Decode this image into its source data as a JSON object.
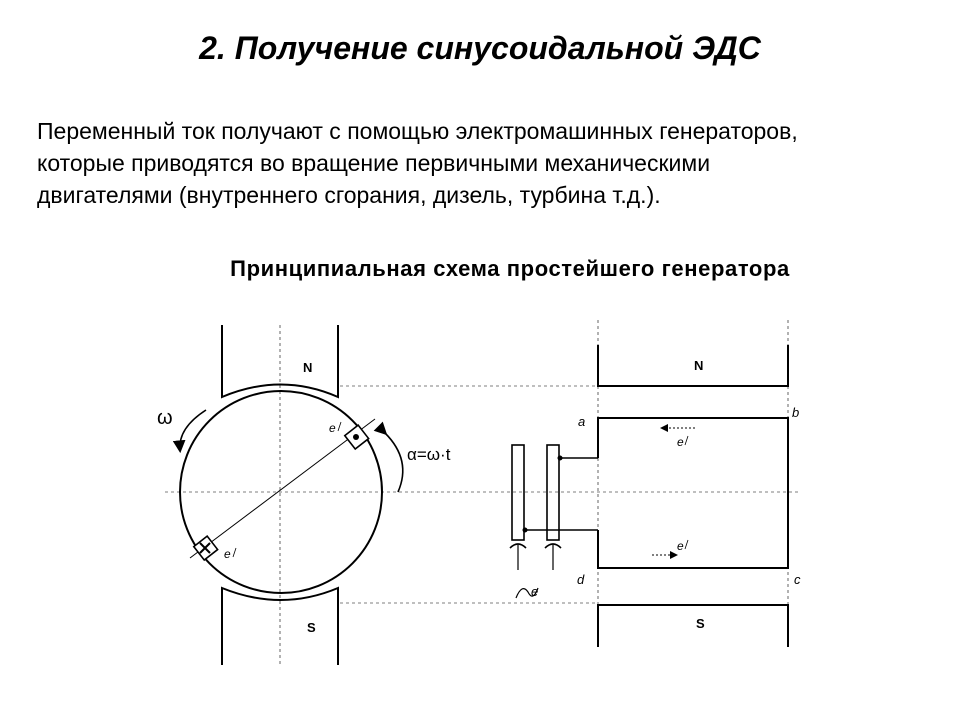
{
  "slide": {
    "title": "2. Получение синусоидальной ЭДС",
    "paragraph_lines": [
      "Переменный ток получают с помощью электромашинных генераторов,",
      "которые приводятся во вращение первичными механическими",
      "двигателями (внутреннего сгорания, дизель, турбина т.д.)."
    ],
    "subtitle": "Принципиальная схема простейшего генератора"
  },
  "diagram": {
    "left": {
      "pole_north": "N",
      "pole_south": "S",
      "omega": "ω",
      "alpha_formula": "α=ω·t",
      "emf_label_top": "e",
      "emf_label_bottom": "e"
    },
    "right": {
      "pole_north": "N",
      "pole_south": "S",
      "corner_a": "a",
      "corner_b": "b",
      "corner_c": "c",
      "corner_d": "d",
      "emf_label_top": "e",
      "emf_label_bottom": "e",
      "output_emf": "e"
    }
  }
}
